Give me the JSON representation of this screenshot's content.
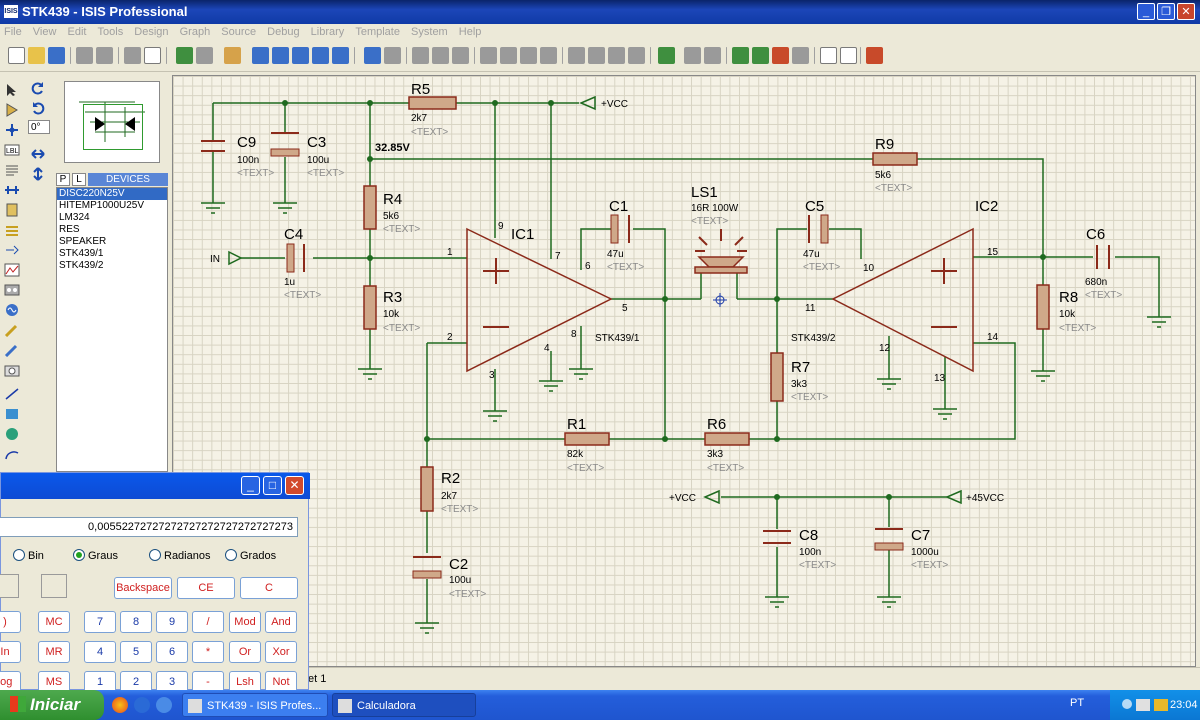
{
  "window": {
    "title": "STK439 - ISIS Professional",
    "icon_text": "ISIS"
  },
  "menu": [
    "File",
    "View",
    "Edit",
    "Tools",
    "Design",
    "Graph",
    "Source",
    "Debug",
    "Library",
    "Template",
    "System",
    "Help"
  ],
  "rotation": {
    "value": "0°"
  },
  "devices": {
    "tab_p": "P",
    "tab_l": "L",
    "header": "DEVICES",
    "items": [
      "DISC220N25V",
      "HITEMP1000U25V",
      "LM324",
      "RES",
      "SPEAKER",
      "STK439/1",
      "STK439/2"
    ],
    "selected_index": 0
  },
  "schematic": {
    "vcc_top": "+VCC",
    "voltage_probe": "32.85V",
    "input_label": "IN",
    "vcc_mid": "+VCC",
    "plus45": "+45VCC",
    "placeholder": "<TEXT>",
    "components": {
      "C9": {
        "ref": "C9",
        "value": "100n"
      },
      "C3": {
        "ref": "C3",
        "value": "100u"
      },
      "R5": {
        "ref": "R5",
        "value": "2k7"
      },
      "R4": {
        "ref": "R4",
        "value": "5k6"
      },
      "R3": {
        "ref": "R3",
        "value": "10k"
      },
      "C4": {
        "ref": "C4",
        "value": "1u"
      },
      "IC1": {
        "ref": "IC1",
        "part": "STK439/1"
      },
      "C1": {
        "ref": "C1",
        "value": "47u"
      },
      "LS1": {
        "ref": "LS1",
        "value": "16R 100W"
      },
      "C5": {
        "ref": "C5",
        "value": "47u"
      },
      "IC2": {
        "ref": "IC2",
        "part": "STK439/2"
      },
      "R9": {
        "ref": "R9",
        "value": "5k6"
      },
      "C6": {
        "ref": "C6",
        "value": "680n"
      },
      "R8": {
        "ref": "R8",
        "value": "10k"
      },
      "R7": {
        "ref": "R7",
        "value": "3k3"
      },
      "R1": {
        "ref": "R1",
        "value": "82k"
      },
      "R6": {
        "ref": "R6",
        "value": "3k3"
      },
      "R2": {
        "ref": "R2",
        "value": "2k7"
      },
      "C2": {
        "ref": "C2",
        "value": "100u"
      },
      "C8": {
        "ref": "C8",
        "value": "100n"
      },
      "C7": {
        "ref": "C7",
        "value": "1000u"
      }
    },
    "pins": {
      "p1": "1",
      "p2": "2",
      "p3": "3",
      "p4": "4",
      "p5": "5",
      "p6": "6",
      "p7": "7",
      "p8": "8",
      "p9": "9",
      "p10": "10",
      "p11": "11",
      "p12": "12",
      "p13": "13",
      "p14": "14",
      "p15": "15"
    }
  },
  "status": {
    "sheet": "et 1"
  },
  "calculator": {
    "display": "0,00552272727272727272727272727273",
    "modes": [
      "Bin",
      "Graus",
      "Radianos",
      "Grados"
    ],
    "selected_mode": "Graus",
    "buttons": {
      "backspace": "Backspace",
      "ce": "CE",
      "c": "C",
      "row1": [
        ")",
        "MC",
        "7",
        "8",
        "9",
        "/",
        "Mod",
        "And"
      ],
      "row2": [
        "In",
        "MR",
        "4",
        "5",
        "6",
        "*",
        "Or",
        "Xor"
      ],
      "row3": [
        "log",
        "MS",
        "1",
        "2",
        "3",
        "-",
        "Lsh",
        "Not"
      ]
    }
  },
  "taskbar": {
    "start": "Iniciar",
    "task1": "STK439 - ISIS Profes...",
    "task2": "Calculadora",
    "lang": "PT",
    "time": "23:04"
  },
  "colors": {
    "wire": "#1f6a1f",
    "component": "#8b2a1a",
    "component_fill": "#cfa889",
    "grid_bg": "#f5f2e6",
    "title_blue": "#0a246a"
  }
}
